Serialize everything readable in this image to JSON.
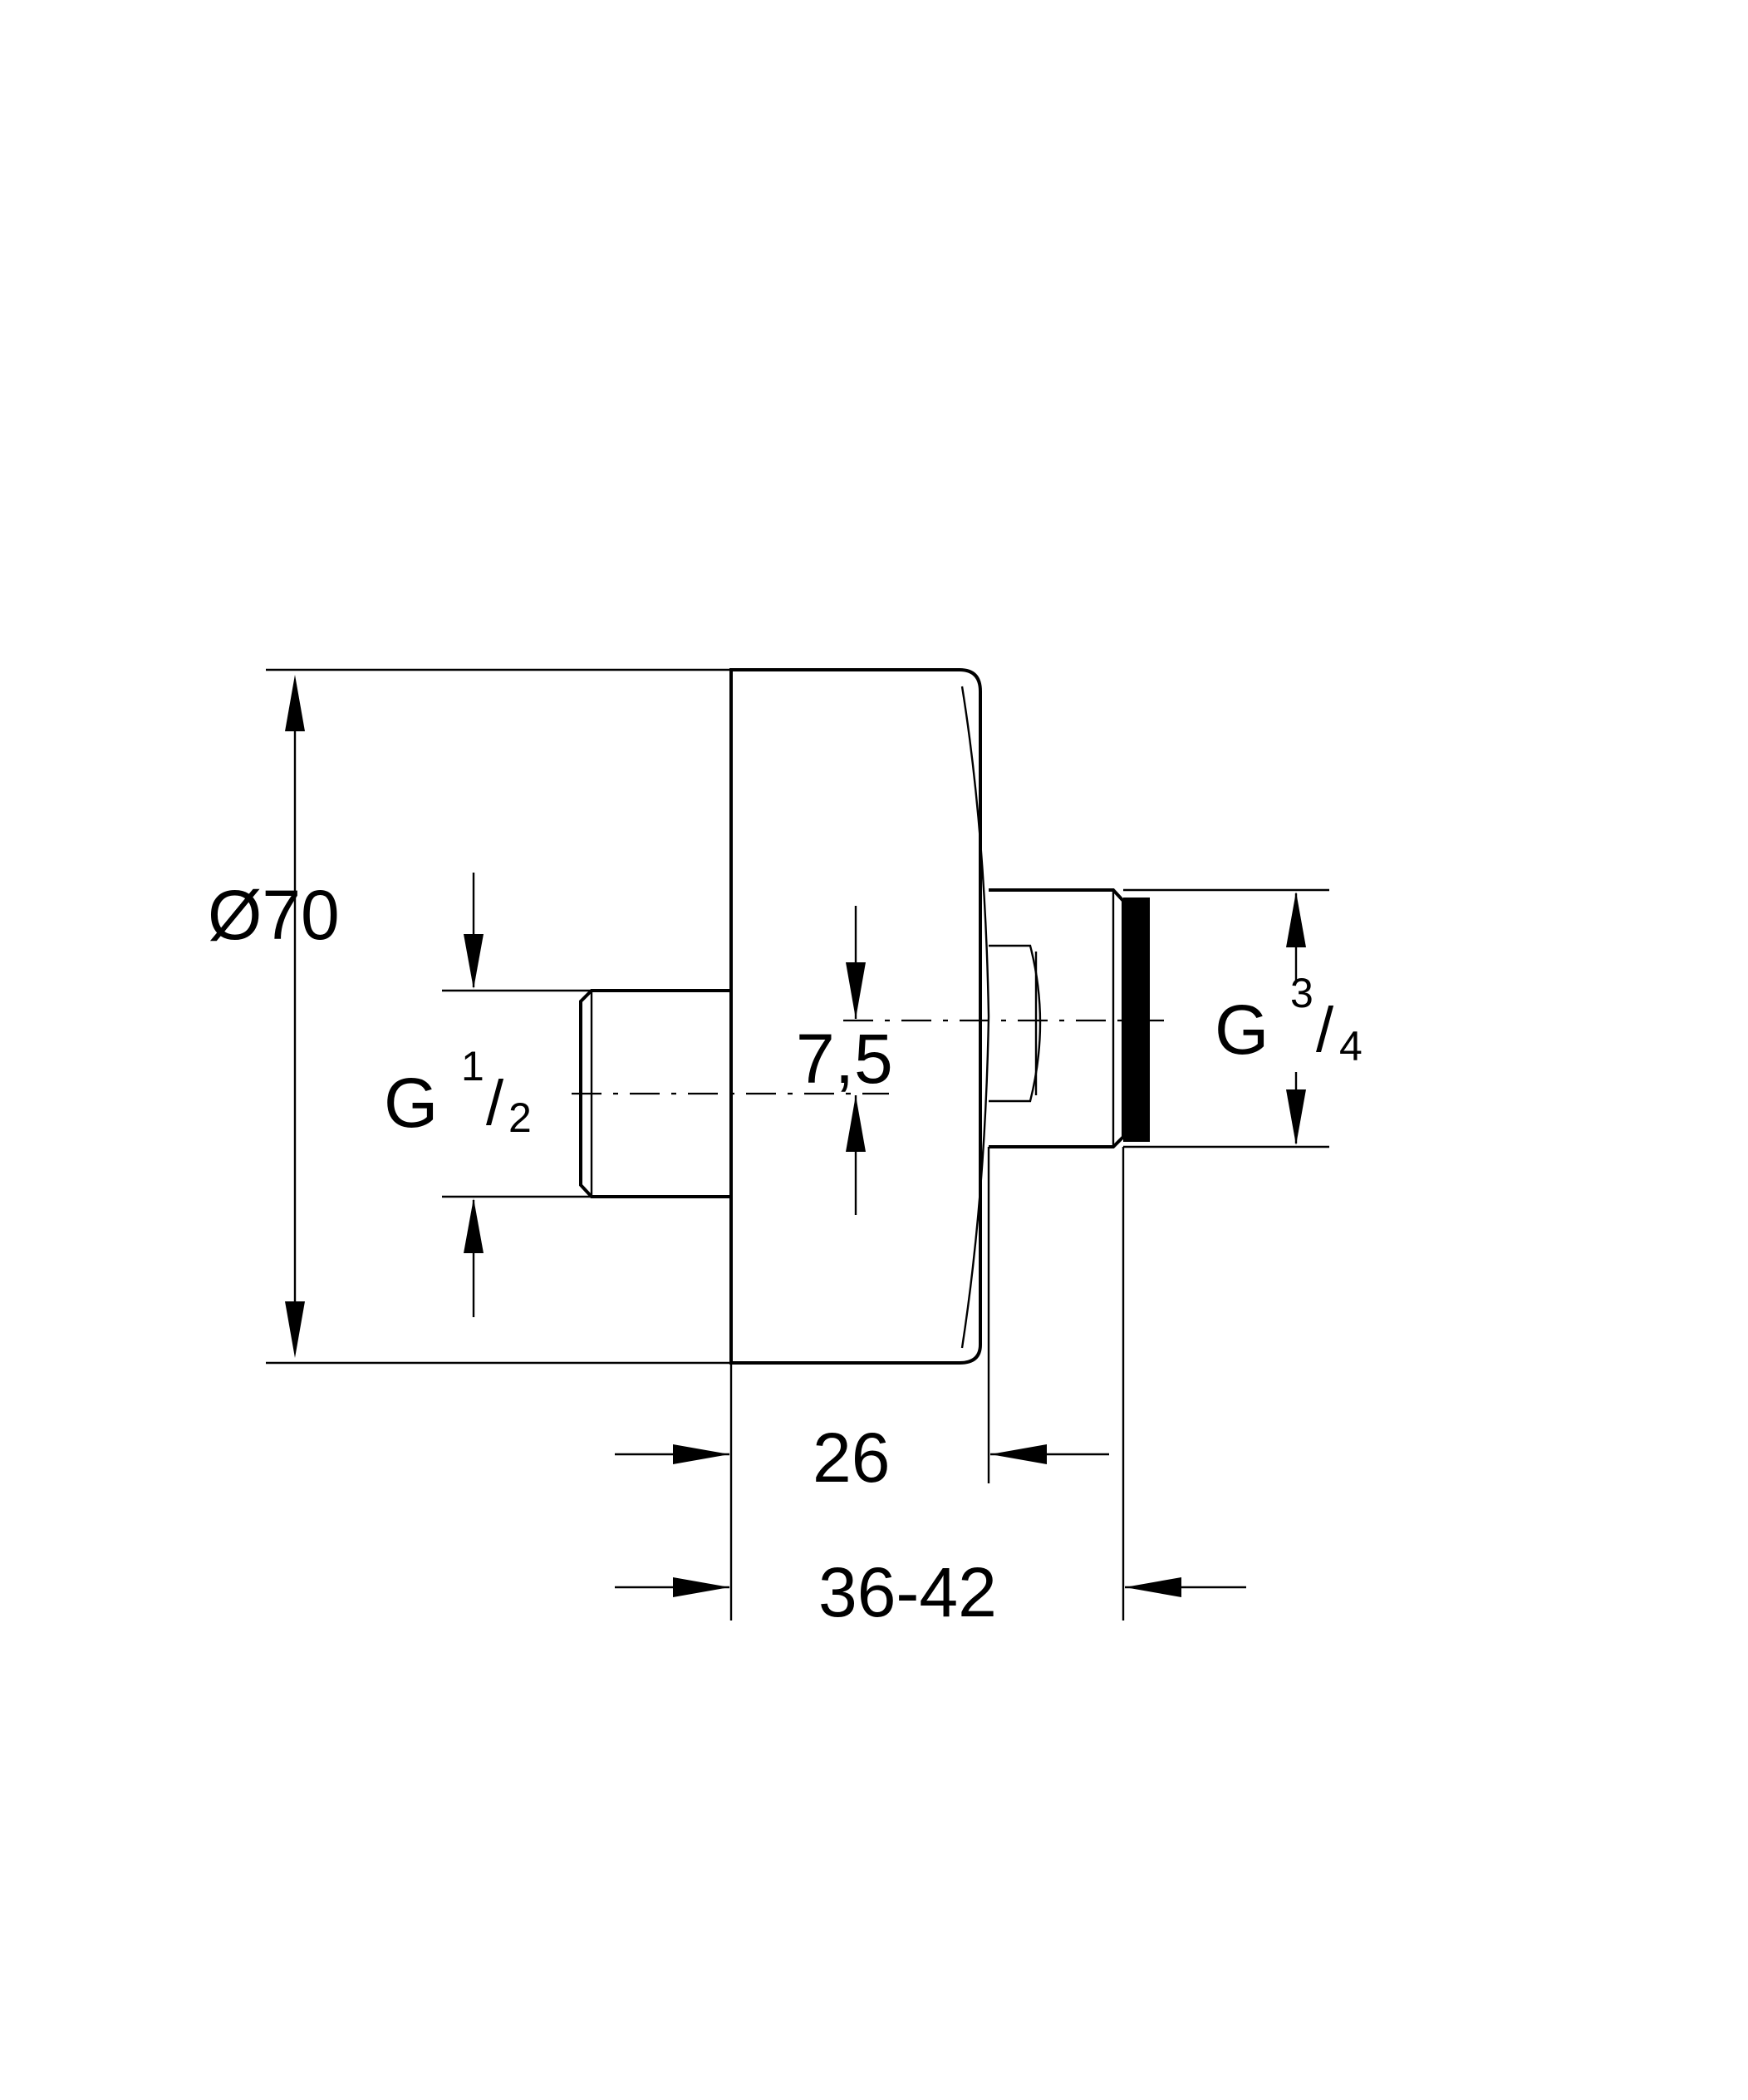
{
  "dimensions": {
    "diameter": "Ø70",
    "left_thread_base": "G",
    "left_thread_num": "1",
    "left_thread_den": "2",
    "offset": "7,5",
    "right_thread_base": "G",
    "right_thread_num": "3",
    "right_thread_den": "4",
    "body_depth": "26",
    "total_depth": "36-42"
  },
  "colors": {
    "line": "#000000",
    "background": "#ffffff"
  }
}
